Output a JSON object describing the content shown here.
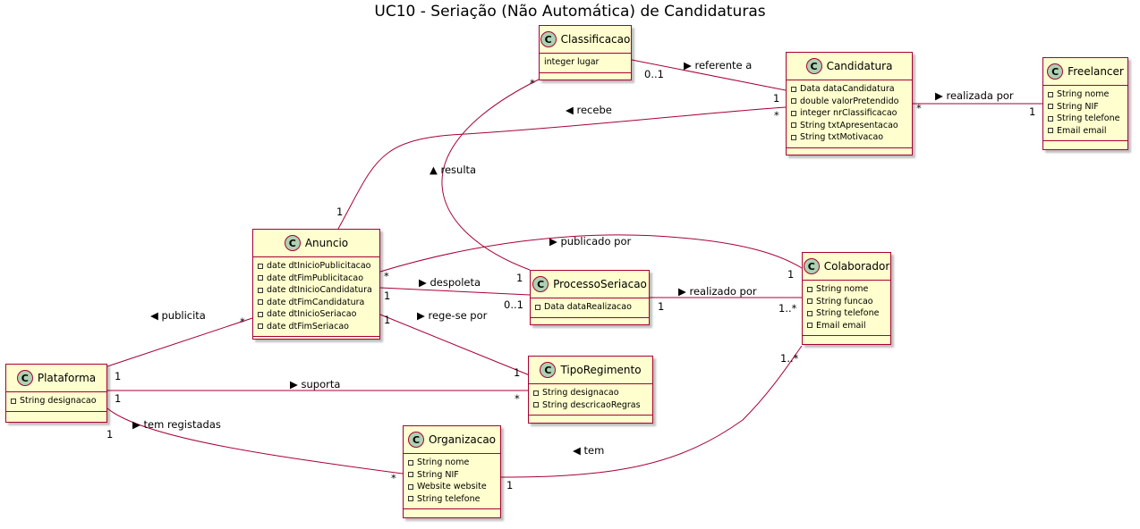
{
  "title": "UC10 - Seriação (Não Automática) de Candidaturas",
  "class_badge": "C",
  "classes": {
    "classificacao": {
      "name": "Classificacao",
      "attributes": [
        "integer lugar"
      ],
      "visibility": false
    },
    "candidatura": {
      "name": "Candidatura",
      "attributes": [
        "Data dataCandidatura",
        "double valorPretendido",
        "integer nrClassificacao",
        "String txtApresentacao",
        "String txtMotivacao"
      ],
      "visibility": true
    },
    "freelancer": {
      "name": "Freelancer",
      "attributes": [
        "String nome",
        "String NIF",
        "String telefone",
        "Email email"
      ],
      "visibility": true
    },
    "anuncio": {
      "name": "Anuncio",
      "attributes": [
        "date dtInicioPublicitacao",
        "date dtFimPublicitacao",
        "date dtInicioCandidatura",
        "date dtFimCandidatura",
        "date dtInicioSeriacao",
        "date dtFimSeriacao"
      ],
      "visibility": true
    },
    "processoseriacao": {
      "name": "ProcessoSeriacao",
      "attributes": [
        "Data dataRealizacao"
      ],
      "visibility": true
    },
    "colaborador": {
      "name": "Colaborador",
      "attributes": [
        "String nome",
        "String funcao",
        "String telefone",
        "Email email"
      ],
      "visibility": true
    },
    "plataforma": {
      "name": "Plataforma",
      "attributes": [
        "String designacao"
      ],
      "visibility": true
    },
    "tiporegimento": {
      "name": "TipoRegimento",
      "attributes": [
        "String designacao",
        "String descricaoRegras"
      ],
      "visibility": true
    },
    "organizacao": {
      "name": "Organizacao",
      "attributes": [
        "String nome",
        "String NIF",
        "Website website",
        "String telefone"
      ],
      "visibility": true
    }
  },
  "associations": {
    "referente_a": {
      "label": "▶ referente a",
      "from_mult": "0..1",
      "to_mult": "1"
    },
    "recebe": {
      "label": "◀ recebe",
      "from_mult": "1",
      "to_mult": "*"
    },
    "realizada_por": {
      "label": "▶ realizada por",
      "from_mult": "*",
      "to_mult": "1"
    },
    "resulta": {
      "label": "▲ resulta",
      "from_mult": "1",
      "to_mult": "*"
    },
    "publicado_por": {
      "label": "▶ publicado por",
      "from_mult": "*",
      "to_mult": "1"
    },
    "despoleta": {
      "label": "▶ despoleta",
      "from_mult": "1",
      "to_mult": "0..1"
    },
    "realizado_por": {
      "label": "▶ realizado por",
      "from_mult": "1",
      "to_mult": "1..*"
    },
    "rege_se_por": {
      "label": "▶ rege-se por",
      "from_mult": "1",
      "to_mult": "1"
    },
    "publicita": {
      "label": "◀ publicita",
      "from_mult": "1",
      "to_mult": "*"
    },
    "suporta": {
      "label": "▶ suporta",
      "from_mult": "1",
      "to_mult": "*"
    },
    "tem_registadas": {
      "label": "▶ tem registadas",
      "from_mult": "1",
      "to_mult": "*"
    },
    "tem": {
      "label": "◀ tem",
      "from_mult": "1",
      "to_mult": "1..*"
    }
  }
}
